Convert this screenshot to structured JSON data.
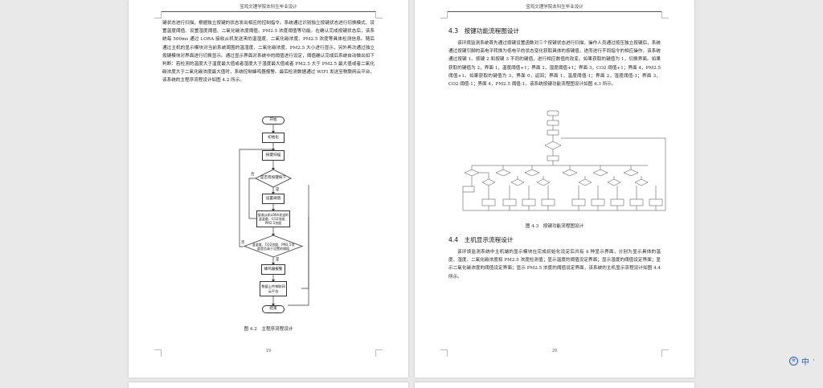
{
  "document": {
    "running_header": "宝鸡文理学院本科生毕业设计"
  },
  "left_page": {
    "paragraph": "键状态进行扫描，根据独立按键的状态发出相应的控制指令。系统通过识别独立按键状态进行切换模式、设置温度阈值、设置湿度阈值、二氧化碳浓度阈值、PM2.5 浓度阈值等功能。在确认完成按键状态后，该系统每 500ms 通过 LORA 接收从机发送来的温湿度、二氧化碳浓度、PM2.5 浓度等具体检测信息。随后通过主机的显示模块对当前系统周围的温湿度、二氧化碳浓度、PM2.5 大小进行显示，另外再次通过独立按键模块对界面进行切换显示。通过显示界面对系统中的阈值进行设定，阈值确认完成后系统自动做出如下判断：若检测的温度大于温度最大值或者湿度大于湿度最大值或者 PM2.5 大于 PM2.5 最大值或者二氧化碳浓度大于二氧化碳浓度最大值时，系统控制蜂鸣器报警。最后检测数据通过 WIFI 发送至物联网云平台，该系统的主程序流程设计如图 4.2 所示。",
    "flowchart": {
      "start": "开始",
      "init": "初始化",
      "key_scan": "按键扫描",
      "decision_key": "是否有按键按下",
      "yes": "是",
      "no": "否",
      "set_threshold": "设置阈值",
      "receive": "接收从机LORA发送的温湿度、CO2浓度、PM2.5浓度",
      "decision_over": "温湿度、CO2浓度、PM2.5浓度是否高于设置的阈值",
      "alarm": "蜂鸣器报警",
      "upload": "数据上传物联网云平台",
      "end": "结束"
    },
    "caption": "图 4.2　主程序流程设计",
    "page_number": "19"
  },
  "right_page": {
    "section_heading": "4.3　按键功能流程图设计",
    "paragraph_1": "该环境监测系统首先通过按键设置函数对三个按键状态进行扫描，操作人员通过按压独立按键后，系统通过按键引脚的高电平转换为低电平的状态变化获取具体的按键值，进而进行不同指令的相应操作。该系统通过按键 1、按键 2 和按键 3 不同的键值，进行相应数值的改变。如果获取的键值为 1，切换界面。如果获取的键值为 2，界面 1，温度阈值+1；界面 2，湿度阈值+1；界面 3，CO2 阈值+1；界面 4，PM2.5 阈值+1。如果获取的键值为 3，界面 0，返回；界面 1，温度阈值-1；界面 2，湿度阈值-1；界面 3，CO2 阈值-1；界面 4，PM2.5 阈值-1。该系统按键功能流程图设计如图 4.3 所示。",
    "figure_caption": "图 4.3　按键功能流程图设计",
    "subsection_heading": "4.4　主机显示流程设计",
    "paragraph_2": "该环境监测系统中主机端的显示模块在完成初始化设定后共有 4 种显示界面，分别为显示具体的温度、湿度、二氧化碳浓度和 PM2.5 浓度检测值；显示温度的阈值设定界面；显示湿度的阈值设定界面；显示二氧化碳浓度的阈值设定界面；显示 PM2.5 浓度的阈值设定界面，该系统的主机显示流程设计如图 4.4 所示。",
    "page_number": "20"
  },
  "ime": {
    "icon_label": "拼",
    "language": "中",
    "extra": "·"
  }
}
